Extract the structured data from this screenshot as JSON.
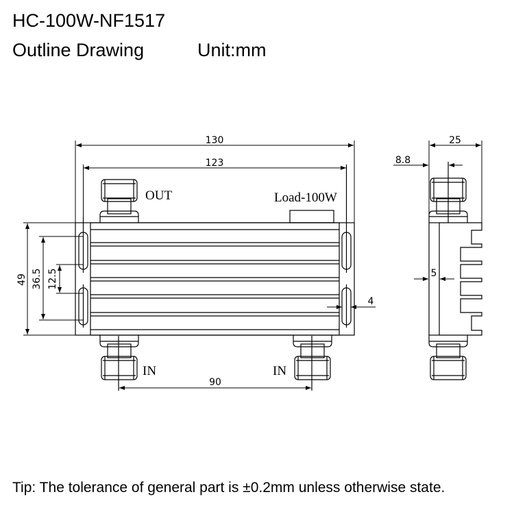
{
  "header": {
    "model": "HC-100W-NF1517",
    "subtitle": "Outline Drawing",
    "unit": "Unit:mm"
  },
  "labels": {
    "out": "OUT",
    "load": "Load-100W",
    "in_left": "IN",
    "in_right": "IN"
  },
  "dimensions": {
    "overall_length": "130",
    "mounting_length": "123",
    "height": "49",
    "hole_span": "36.5",
    "hole_gap": "12.5",
    "slot_width": "4",
    "input_spacing": "90",
    "depth": "25",
    "connector_offset": "8.8",
    "flange_thickness": "5"
  },
  "footer": {
    "tip": "Tip: The tolerance of general part is ±0.2mm unless otherwise state."
  }
}
